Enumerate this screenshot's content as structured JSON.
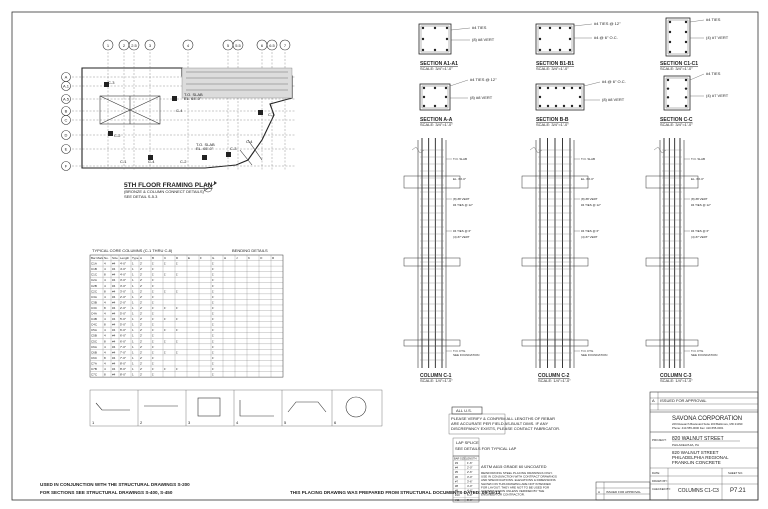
{
  "plan": {
    "title": "5TH FLOOR FRAMING PLAN",
    "subtitle1": "(BRONZE & COLUMN CONNECT DETAILS)",
    "subtitle2": "SEE DETAIL S-5.3",
    "grid_top": [
      "1",
      "2",
      "2.5",
      "3",
      "4",
      "5",
      "5.5",
      "6",
      "6.5",
      "7"
    ],
    "grid_left": [
      "A",
      "A.1",
      "A.5",
      "B",
      "C",
      "D",
      "E",
      "F"
    ],
    "members": [
      "C-3",
      "C-4",
      "C-2",
      "C-1",
      "C-3",
      "C-4",
      "C-2",
      "C-1",
      "C-4"
    ],
    "notes": [
      "T.O. SLAB",
      "EL. 64'-0\"",
      "T.O. SLAB",
      "EL. 65'-0\""
    ]
  },
  "sections": [
    {
      "title": "SECTION A1-A1",
      "scale": "SCALE: 3/4\"=1'-0\""
    },
    {
      "title": "SECTION B1-B1",
      "scale": "SCALE: 3/4\"=1'-0\""
    },
    {
      "title": "SECTION C1-C1",
      "scale": "SCALE: 3/4\"=1'-0\""
    },
    {
      "title": "SECTION A-A",
      "scale": "SCALE: 3/4\"=1'-0\""
    },
    {
      "title": "SECTION B-B",
      "scale": "SCALE: 3/4\"=1'-0\""
    },
    {
      "title": "SECTION C-C",
      "scale": "SCALE: 3/4\"=1'-0\""
    }
  ],
  "section_notes": [
    "#4 TIES",
    "(8) #8 VERT",
    "#4 TIES @ 12\"",
    "#4 @ 6\" O.C.",
    "(4) #7 VERT"
  ],
  "columns": [
    {
      "title": "COLUMN C-1",
      "scale": "SCALE: 1/4\"=1'-0\""
    },
    {
      "title": "COLUMN C-2",
      "scale": "SCALE: 1/4\"=1'-0\""
    },
    {
      "title": "COLUMN C-3",
      "scale": "SCALE: 1/4\"=1'-0\""
    }
  ],
  "column_notes": [
    "T.O. SLAB",
    "EL. 64'-0\"",
    "(8) #8 VERT",
    "#4 TIES @ 12\"",
    "#4 TIES @ 6\"",
    "(4) #7 VERT",
    "T.O. FTG",
    "SEE FOUNDATION"
  ],
  "schedule": {
    "title": "TYPICAL CORE COLUMNS (C-1 THRU C-8)",
    "title2": "BENDING DETAILS",
    "headers": [
      "Bar Mark",
      "No.",
      "Size",
      "Length",
      "Type",
      "A",
      "B",
      "C",
      "D",
      "E",
      "F",
      "G",
      "H",
      "J",
      "K",
      "O",
      "R"
    ],
    "rows": [
      [
        "C1A",
        "4",
        "#4",
        "4'-0\"",
        "1",
        "2'",
        "1'",
        "1'",
        "1'",
        "",
        "",
        "1'"
      ],
      [
        "C1B",
        "4",
        "#4",
        "4'-0\"",
        "1",
        "2'",
        "1'",
        "",
        "",
        "",
        "",
        "1'"
      ],
      [
        "C1C",
        "8",
        "#4",
        "4'-0\"",
        "1",
        "2'",
        "1'",
        "1'",
        "1'",
        "",
        "",
        "1'"
      ],
      [
        "C2A",
        "4",
        "#4",
        "3'-0\"",
        "1",
        "2'",
        "1'",
        "",
        "",
        "",
        "",
        "1'"
      ],
      [
        "C2B",
        "4",
        "#4",
        "3'-0\"",
        "1",
        "2'",
        "1'",
        "",
        "",
        "",
        "",
        "1'"
      ],
      [
        "C2C",
        "8",
        "#4",
        "3'-0\"",
        "1",
        "2'",
        "1'",
        "1'",
        "1'",
        "",
        "",
        "1'"
      ],
      [
        "C3A",
        "4",
        "#4",
        "2'-0\"",
        "1",
        "2'",
        "1'",
        "",
        "",
        "",
        "",
        "1'"
      ],
      [
        "C3B",
        "4",
        "#4",
        "2'-0\"",
        "1",
        "2'",
        "1'",
        "",
        "",
        "",
        "",
        "1'"
      ],
      [
        "C3C",
        "8",
        "#4",
        "2'-0\"",
        "1",
        "2'",
        "1'",
        "1'",
        "1'",
        "",
        "",
        "1'"
      ],
      [
        "C4A",
        "4",
        "#4",
        "5'-0\"",
        "1",
        "2'",
        "1'",
        "",
        "",
        "",
        "",
        "1'"
      ],
      [
        "C4B",
        "4",
        "#4",
        "5'-0\"",
        "1",
        "2'",
        "1'",
        "1'",
        "1'",
        "",
        "",
        "1'"
      ],
      [
        "C4C",
        "8",
        "#4",
        "5'-0\"",
        "1",
        "2'",
        "1'",
        "",
        "",
        "",
        "",
        "1'"
      ],
      [
        "C5A",
        "4",
        "#4",
        "6'-0\"",
        "1",
        "2'",
        "1'",
        "1'",
        "1'",
        "",
        "",
        "1'"
      ],
      [
        "C5B",
        "4",
        "#4",
        "6'-0\"",
        "1",
        "2'",
        "1'",
        "",
        "",
        "",
        "",
        "1'"
      ],
      [
        "C5C",
        "8",
        "#4",
        "6'-0\"",
        "1",
        "2'",
        "1'",
        "1'",
        "1'",
        "",
        "",
        "1'"
      ],
      [
        "C6A",
        "4",
        "#4",
        "7'-0\"",
        "1",
        "2'",
        "1'",
        "",
        "",
        "",
        "",
        "1'"
      ],
      [
        "C6B",
        "4",
        "#4",
        "7'-0\"",
        "1",
        "2'",
        "1'",
        "1'",
        "1'",
        "",
        "",
        "1'"
      ],
      [
        "C6C",
        "8",
        "#4",
        "7'-0\"",
        "1",
        "2'",
        "1'",
        "",
        "",
        "",
        "",
        "1'"
      ],
      [
        "C7A",
        "4",
        "#4",
        "8'-0\"",
        "1",
        "2'",
        "1'",
        "",
        "",
        "",
        "",
        "1'"
      ],
      [
        "C7B",
        "4",
        "#4",
        "8'-0\"",
        "1",
        "2'",
        "1'",
        "1'",
        "1'",
        "",
        "",
        "1'"
      ],
      [
        "C7C",
        "8",
        "#4",
        "8'-0\"",
        "1",
        "2'",
        "1'",
        "",
        "",
        "",
        "",
        "1'"
      ]
    ]
  },
  "bend_types": [
    "1",
    "2",
    "3",
    "4",
    "5",
    "6"
  ],
  "notes_box": {
    "title": "ALL U.S.",
    "lines": [
      "PLEASE VERIFY & CONFIRM ALL LENGTHS OF REBAR",
      "ARE ACCURATE PER FIELD AS-BUILT DIMS. IF ANY",
      "DISCREPANCY EXISTS, PLEASE CONTACT FABRICATOR."
    ]
  },
  "lap_table": {
    "title": "LAP SPLICE",
    "sub": "SEE DETAILS FOR TYPICAL LAP",
    "headers": [
      "BAR SIZE",
      "LENGTH"
    ],
    "rows": [
      [
        "#3",
        "1'-6\""
      ],
      [
        "#4",
        "2'-0\""
      ],
      [
        "#5",
        "2'-6\""
      ],
      [
        "#6",
        "3'-0\""
      ],
      [
        "#7",
        "3'-6\""
      ],
      [
        "#8",
        "4'-0\""
      ],
      [
        "#9",
        "4'-6\""
      ],
      [
        "#10",
        "5'-0\""
      ],
      [
        "#11",
        "5'-6\""
      ]
    ]
  },
  "astm_note": "ASTM A615 GRADE 60 UNCOATED",
  "general_notes": [
    "REINFORCING STEEL PLACING DRAWINGS ONLY.",
    "USE IN CONJUNCTION WITH CONTRACT DRAWINGS",
    "AND SPECIFICATIONS. ELEVATIONS & DIMENSIONS",
    "SHOWN ON THIS DRAWING ARE NOT INTENDED",
    "FOR LAYOUT. THEY ARE NOT TO BE USED FOR",
    "CONSTRUCTION UNLESS VERIFIED BY THE",
    "ENGINEER OR CONTRACTOR."
  ],
  "revisions": [
    {
      "no": "A",
      "desc": "ISSUED FOR APPROVAL",
      "date": ""
    },
    {
      "no": "",
      "desc": "",
      "date": ""
    }
  ],
  "title_block": {
    "company": "SAVONA CORPORATION",
    "address": "229 Research Boulevard Suite 200 Baltimore, MD 21090",
    "phone": "Phone: 410-555-0000  Fax: 410-555-0001",
    "project_label": "PROJECT:",
    "project": "820 WALNUT STREET",
    "project2": "PHILADELPHIA, PA",
    "location": "820 WALNUT STREET",
    "contractor": "PHILADELPHIA REGIONAL",
    "detailer": "FRANKLIN CONCRETE",
    "sheet_title": "COLUMNS C1-C3",
    "sheet_label": "SHEET NO.",
    "sheet_no": "P7.21",
    "drawn_label": "DRAWN BY:",
    "checked_label": "CHECKED BY:",
    "date_label": "DATE:"
  },
  "footer": {
    "left1": "USED IN CONJUNCTION WITH THE STRUCTURAL DRAWINGS S-200",
    "left2": "FOR SECTIONS SEE STRUCTURAL DRAWINGS S-400, S-450",
    "center": "THIS PLACING DRAWING WAS PREPARED FROM STRUCTURAL DOCUMENTS DATED: 09-15-13"
  }
}
